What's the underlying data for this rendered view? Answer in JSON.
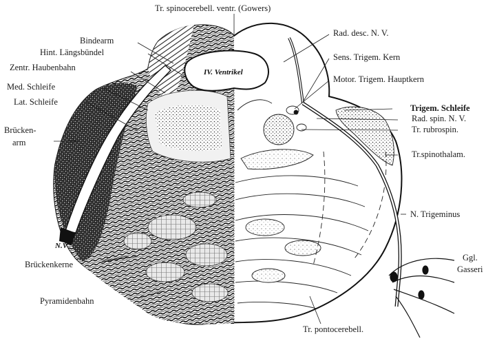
{
  "labels": {
    "top": "Tr. spinocerebell. ventr. (Gowers)",
    "left": [
      "Bindearm",
      "Hint. Längsbündel",
      "Zentr. Haubenbahn",
      "Med. Schleife",
      "Lat. Schleife",
      "Brücken-",
      "arm",
      "Brückenkerne",
      "Pyramidenbahn"
    ],
    "right": [
      "Rad. desc. N. V.",
      "Sens. Trigem. Kern",
      "Motor. Trigem. Hauptkern",
      "Trigem. Schleife",
      "Rad. spin. N. V.",
      "Tr. rubrospin.",
      "Tr.spinothalam.",
      "N. Trigeminus",
      "Ggl.",
      "Gasseri"
    ],
    "bottom": "Tr. pontocerebell.",
    "ventricle": "IV. Ventrikel",
    "nerve_root": "N.V"
  }
}
